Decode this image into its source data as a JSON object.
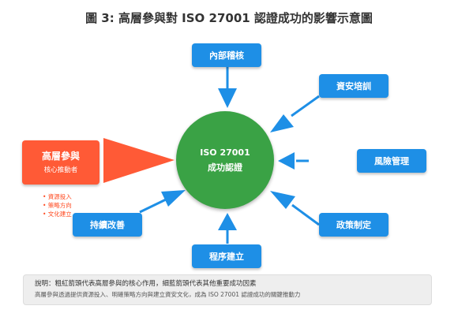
{
  "title": "圖 3: 高層參與對 ISO 27001 認證成功的影響示意圖",
  "center": {
    "line1": "ISO 27001",
    "line2": "成功認證"
  },
  "leader": {
    "title": "高層參與",
    "subtitle": "核心推動者",
    "bullets": [
      "• 資源投入",
      "• 策略方向",
      "• 文化建立"
    ]
  },
  "factors": {
    "internal_audit": "內部稽核",
    "security_training": "資安培訓",
    "risk_management": "風險管理",
    "policy_making": "政策制定",
    "process_building": "程序建立",
    "continuous_improvement": "持續改善"
  },
  "note": {
    "line1": "說明：粗紅箭頭代表高層參與的核心作用，細藍箭頭代表其他重要成功因素",
    "line2": "高層參與透過提供資源投入、明確策略方向與建立資安文化，成為 ISO 27001 認證成功的關鍵推動力"
  },
  "colors": {
    "leader": "#ff5a36",
    "factor": "#1e8fe6",
    "center": "#3aa245"
  }
}
